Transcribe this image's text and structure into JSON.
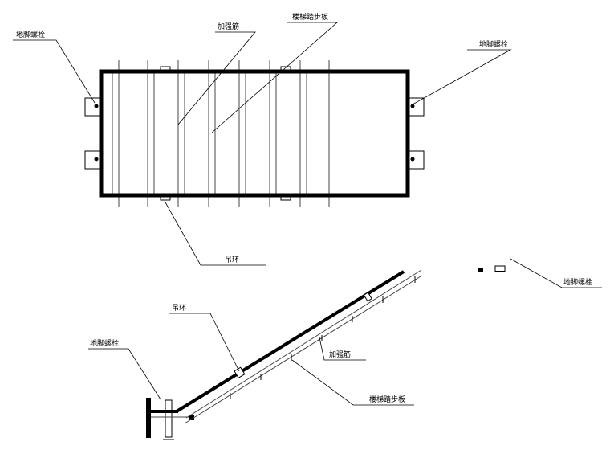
{
  "colors": {
    "line": "#000000",
    "thin": "#444444",
    "background": "#ffffff"
  },
  "labels": {
    "anchor_bolt": "地脚螺栓",
    "stiffener": "加强筋",
    "stair_tread": "楼梯踏步板",
    "lifting_ring": "吊环"
  },
  "plan_view": {
    "label_top_left": "地脚螺栓",
    "label_stiffener": "加强筋",
    "label_tread": "楼梯踏步板",
    "label_top_right": "地脚螺栓",
    "label_ring": "吊环"
  },
  "section_view": {
    "label_right_bolt": "地脚螺栓",
    "label_ring": "吊环",
    "label_left_bolt": "地脚螺栓",
    "label_stiffener": "加强筋",
    "label_tread": "楼梯踏步板"
  }
}
